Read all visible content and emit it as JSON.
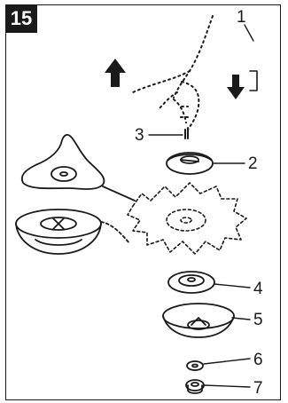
{
  "figure": {
    "step_number": "15",
    "callouts": [
      "1",
      "2",
      "3",
      "4",
      "5",
      "6",
      "7"
    ]
  }
}
